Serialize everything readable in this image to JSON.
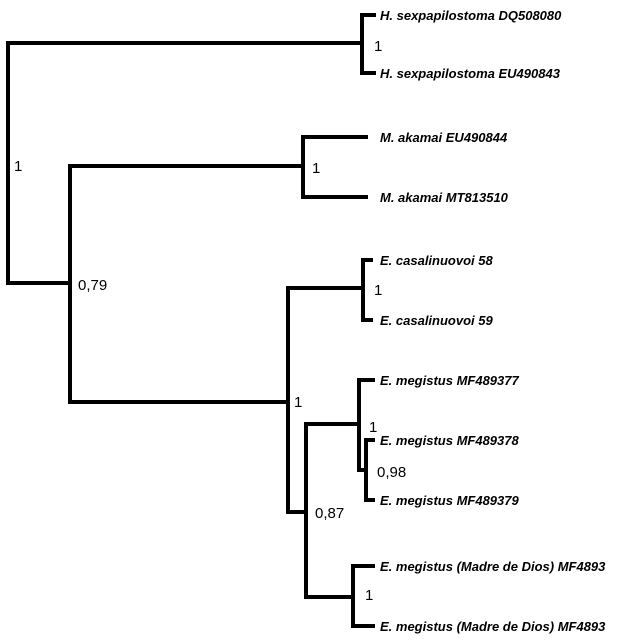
{
  "taxa": [
    "H. sexpapilostoma DQ508080",
    "H. sexpapilostoma EU490843",
    "M. akamai EU490844",
    "M. akamai MT813510",
    "E. casalinuovoi 58",
    "E. casalinuovoi 59",
    "E. megistus MF489377",
    "E. megistus MF489378",
    "E. megistus MF489379",
    "E. megistus (Madre de Dios) MF4893",
    "E. megistus (Madre de Dios) MF4893"
  ],
  "support_values": {
    "root": "1",
    "hexpapilostoma_clade": "1",
    "akamai_clade": "1",
    "inner_clade": "0,79",
    "casalinuovoi_clade": "1",
    "eratyrus_clade": "1",
    "megistus_clade": "0,87",
    "megistus_377_378_379": "1",
    "megistus_378_379": "0,98",
    "madre_de_dios_clade": "1"
  },
  "colors": {
    "line": "#000000",
    "text": "#000000",
    "background": "#ffffff"
  }
}
